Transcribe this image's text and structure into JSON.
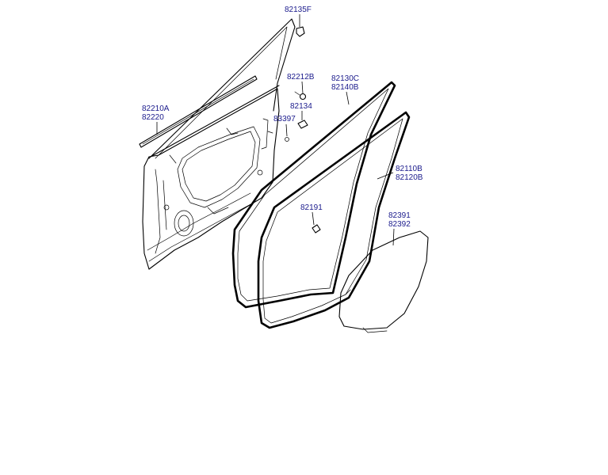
{
  "parts": {
    "p82135f": "82135F",
    "p82212b": "82212B",
    "p82134": "82134",
    "p83397": "83397",
    "p82210a": "82210A",
    "p82220": "82220",
    "p82130c": "82130C",
    "p82140b": "82140B",
    "p82110b": "82110B",
    "p82120b": "82120B",
    "p82191": "82191",
    "p82391": "82391",
    "p82392": "82392"
  },
  "colors": {
    "label": "#1a1a8c",
    "line": "#000000",
    "background": "#ffffff"
  }
}
